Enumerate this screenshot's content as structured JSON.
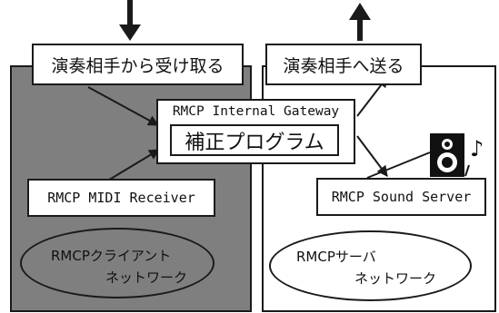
{
  "diagram": {
    "receive_label": "演奏相手から受け取る",
    "send_label": "演奏相手へ送る",
    "gateway_title": "RMCP Internal Gateway",
    "correction_program": "補正プログラム",
    "midi_receiver": "RMCP MIDI Receiver",
    "sound_server": "RMCP Sound Server",
    "client_network_line1": "RMCPクライアント",
    "client_network_line2": "ネットワーク",
    "server_network_line1": "RMCPサーバ",
    "server_network_line2": "ネットワーク",
    "music_note": "♪",
    "colors": {
      "client_panel": "#7f7f7f",
      "server_panel": "#ffffff",
      "line": "#1a1a1a"
    }
  }
}
